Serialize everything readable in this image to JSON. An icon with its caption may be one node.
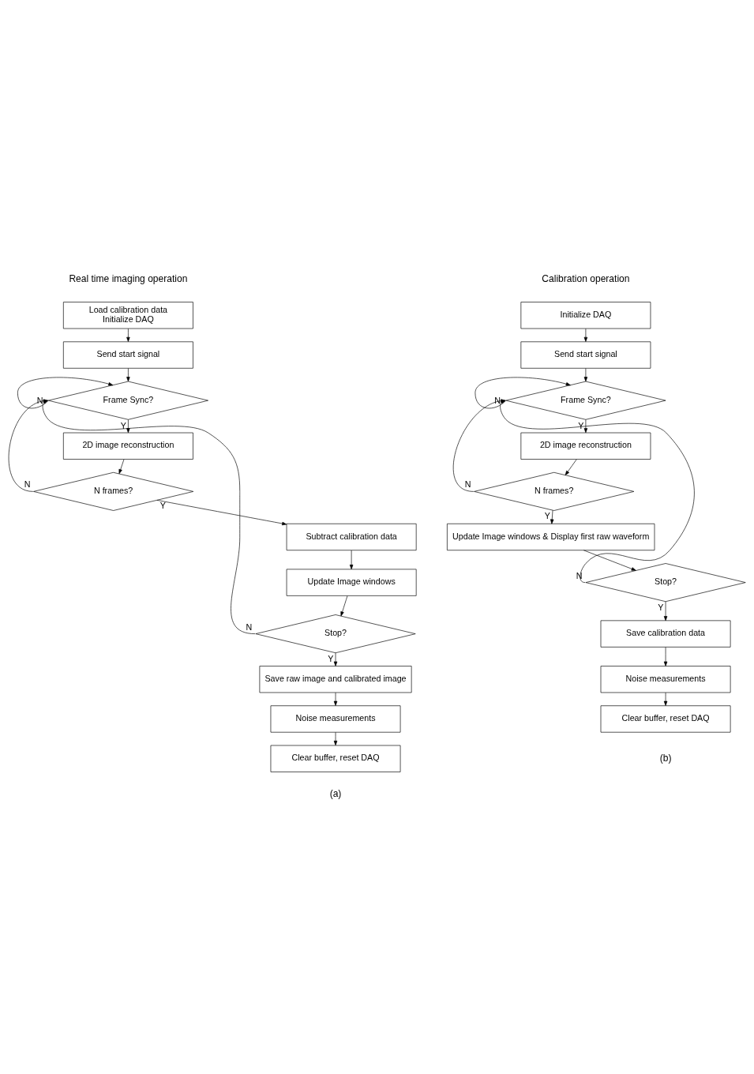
{
  "diagram": {
    "nodes": [
      {
        "text": [
          "Load calibration data",
          "Initialize DAQ"
        ]
      },
      {
        "text": [
          "Send start signal"
        ]
      },
      {
        "text": [
          "Frame Sync?"
        ]
      },
      {
        "text": [
          "2D image reconstruction"
        ]
      },
      {
        "text": [
          "N frames?"
        ]
      },
      {
        "text": [
          "Subtract calibration data"
        ]
      },
      {
        "text": [
          "Update Image windows"
        ]
      },
      {
        "text": [
          "Stop?"
        ]
      },
      {
        "text": [
          "Save raw image and calibrated image"
        ]
      },
      {
        "text": [
          "Noise measurements"
        ]
      },
      {
        "text": [
          "Clear buffer, reset DAQ"
        ]
      },
      {
        "text": [
          "Initialize DAQ"
        ]
      },
      {
        "text": [
          "Send start signal"
        ]
      },
      {
        "text": [
          "Frame Sync?"
        ]
      },
      {
        "text": [
          "2D image reconstruction"
        ]
      },
      {
        "text": [
          "N frames?"
        ]
      },
      {
        "text": [
          "Update Image windows & Display first raw waveform"
        ]
      },
      {
        "text": [
          "Stop?"
        ]
      },
      {
        "text": [
          "Save calibration data"
        ]
      },
      {
        "text": [
          "Noise measurements"
        ]
      },
      {
        "text": [
          "Clear buffer, reset DAQ"
        ]
      }
    ],
    "edges": [
      {
        "from": 0,
        "to": 1,
        "arrow": "to"
      },
      {
        "from": 1,
        "to": 2,
        "arrow": "to"
      },
      {
        "from": 2,
        "to": 3,
        "arrow": "to",
        "label": "Y"
      },
      {
        "from": 2,
        "to": 2,
        "arrow": "to",
        "label": "N"
      },
      {
        "from": 3,
        "to": 4,
        "arrow": "to"
      },
      {
        "from": 4,
        "to": 5,
        "arrow": "to",
        "label": "Y"
      },
      {
        "from": 4,
        "to": 2,
        "arrow": "to",
        "label": "N"
      },
      {
        "from": 5,
        "to": 6,
        "arrow": "to"
      },
      {
        "from": 6,
        "to": 7,
        "arrow": "to"
      },
      {
        "from": 7,
        "to": 8,
        "arrow": "to",
        "label": "Y"
      },
      {
        "from": 7,
        "to": 2,
        "arrow": "to",
        "label": "N"
      },
      {
        "from": 8,
        "to": 9,
        "arrow": "to"
      },
      {
        "from": 9,
        "to": 10,
        "arrow": "to"
      },
      {
        "from": 11,
        "to": 12,
        "arrow": "to"
      },
      {
        "from": 12,
        "to": 13,
        "arrow": "to"
      },
      {
        "from": 13,
        "to": 14,
        "arrow": "to",
        "label": "Y"
      },
      {
        "from": 13,
        "to": 13,
        "arrow": "to",
        "label": "N"
      },
      {
        "from": 14,
        "to": 15,
        "arrow": "to"
      },
      {
        "from": 15,
        "to": 16,
        "arrow": "to",
        "label": "Y"
      },
      {
        "from": 15,
        "to": 13,
        "arrow": "to",
        "label": "N"
      },
      {
        "from": 16,
        "to": 17,
        "arrow": "to"
      },
      {
        "from": 17,
        "to": 18,
        "arrow": "to",
        "label": "Y"
      },
      {
        "from": 17,
        "to": 13,
        "arrow": "to",
        "label": "N"
      },
      {
        "from": 18,
        "to": 19,
        "arrow": "to"
      },
      {
        "from": 19,
        "to": 20,
        "arrow": "to"
      }
    ],
    "labels": [
      "Real time imaging operation",
      "Calibration operation",
      "(a)",
      "(b)"
    ]
  }
}
